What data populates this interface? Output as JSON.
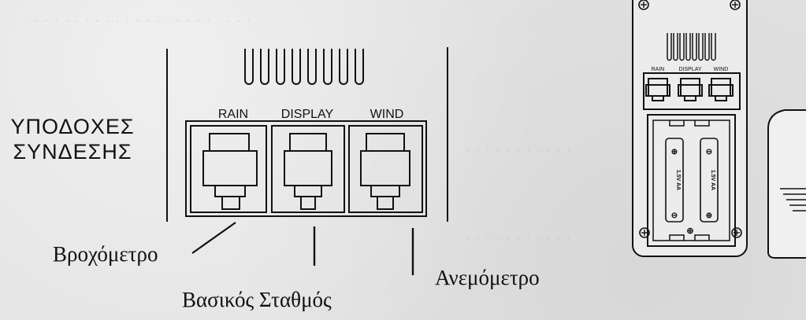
{
  "heading": {
    "line1": "ΥΠΟΔΟΧΕΣ",
    "line2": "ΣΥΝΔΕΣΗΣ"
  },
  "ports": [
    {
      "label": "RAIN"
    },
    {
      "label": "DISPLAY"
    },
    {
      "label": "WIND"
    }
  ],
  "callouts": {
    "rain": "Βροχόμετρο",
    "display": "Βασικός Σταθμός",
    "wind": "Ανεμόμετρο"
  },
  "device": {
    "port_labels": [
      "RAIN",
      "DISPLAY",
      "WIND"
    ],
    "battery_labels": [
      "1.5V AA",
      "1.5V AA"
    ]
  }
}
